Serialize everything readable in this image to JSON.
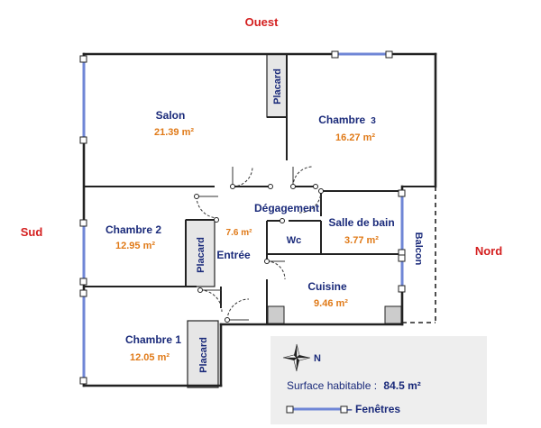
{
  "compass": {
    "west": "Ouest",
    "south": "Sud",
    "north": "Nord",
    "needle": "N"
  },
  "rooms": {
    "salon": {
      "name": "Salon",
      "area": "21.39 m²"
    },
    "chambre3": {
      "name": "Chambre",
      "num": "3",
      "area": "16.27 m²"
    },
    "chambre2": {
      "name": "Chambre 2",
      "area": "12.95 m²"
    },
    "chambre1": {
      "name": "Chambre 1",
      "area": "12.05 m²"
    },
    "degagement": {
      "name": "Dégagement"
    },
    "entree": {
      "name": "Entrée",
      "area": "7.6 m²"
    },
    "wc": {
      "name": "Wc"
    },
    "salle_de_bain": {
      "name": "Salle de bain",
      "area": "3.77 m²"
    },
    "cuisine": {
      "name": "Cuisine",
      "area": "9.46 m²"
    }
  },
  "placards": [
    "Placard",
    "Placard",
    "Placard"
  ],
  "balcon": "Balcon",
  "legend": {
    "surface_label": "Surface habitable :",
    "surface_value": "84.5 m²",
    "fenetres": "Fenêtres"
  },
  "colors": {
    "wall": "#222222",
    "room_label": "#1a2a7a",
    "area": "#e07a18",
    "compass": "#d41f1f",
    "window": "#6f86d6",
    "placard_fill": "#e6e6e6",
    "legend_bg": "#eeeeee"
  }
}
